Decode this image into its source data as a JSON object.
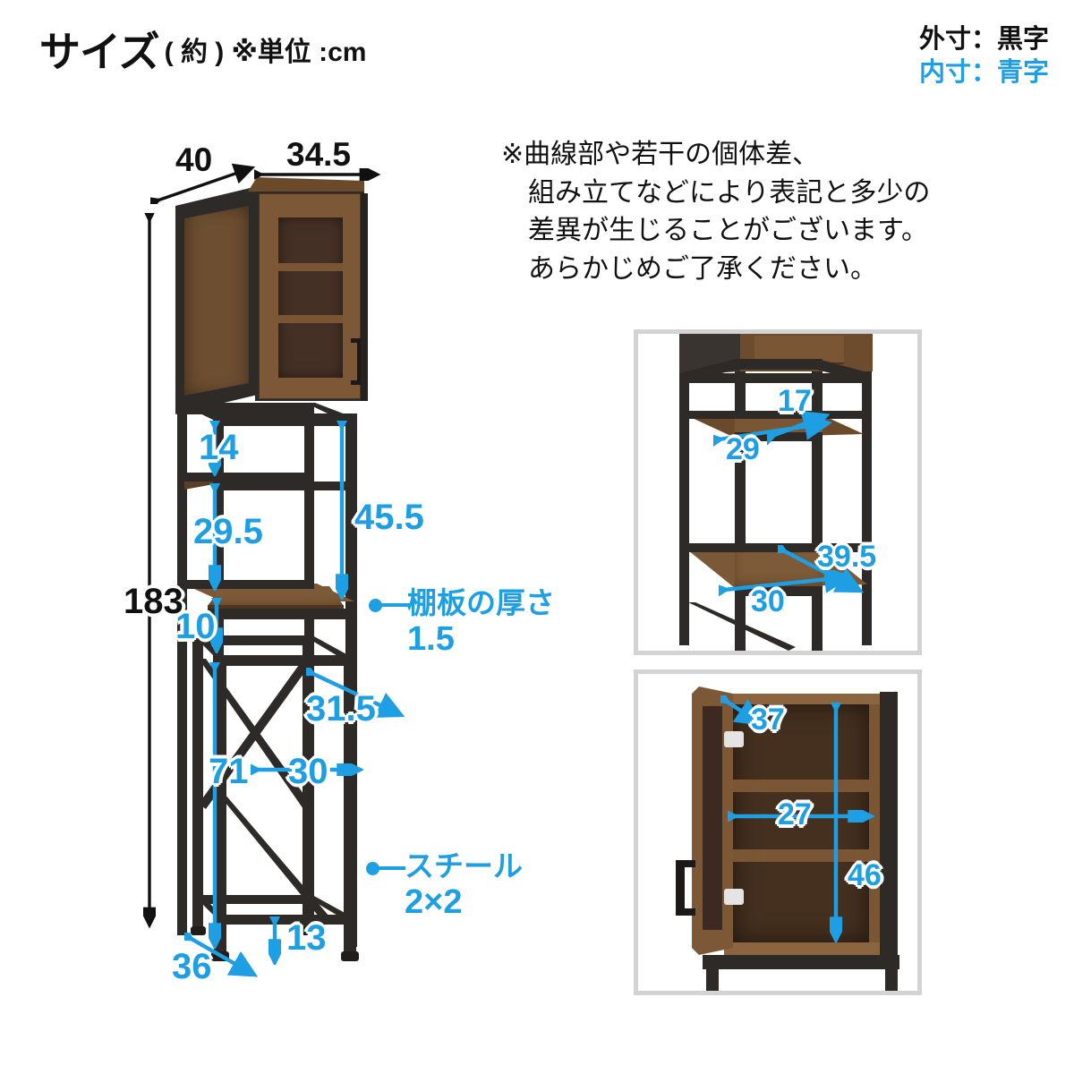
{
  "header": {
    "title_main": "サイズ",
    "title_sub": "( 約 ) ※単位 :cm"
  },
  "legend": {
    "outer_label": "外寸：黒字",
    "inner_label": "内寸：青字",
    "outer_color": "#111111",
    "inner_color": "#1e9fe3"
  },
  "note": {
    "line1": "※曲線部や若干の個体差、",
    "line2": "組み立てなどにより表記と多少の",
    "line3": "差異が生じることがございます。",
    "line4": "あらかじめご了承ください。"
  },
  "main_view": {
    "depth_top": "40",
    "width_top": "34.5",
    "total_height": "183",
    "gap_upper": "14",
    "shelf_gap_mid": "29.5",
    "open_height": "45.5",
    "shelf_to_frame": "10",
    "inner_depth_lower": "31.5",
    "lower_open_height": "71",
    "inner_width_lower": "30",
    "foot_depth": "36",
    "foot_height": "13",
    "shelf_thickness_label": "棚板の厚さ",
    "shelf_thickness_value": "1.5",
    "steel_label": "スチール",
    "steel_value": "2×2"
  },
  "inset_top": {
    "shelf_depth_small": "17",
    "shelf_width_small": "29",
    "shelf_depth_large": "39.5",
    "shelf_width_large": "30"
  },
  "inset_bottom": {
    "cabinet_depth": "37",
    "cabinet_width": "27",
    "cabinet_height": "46"
  }
}
